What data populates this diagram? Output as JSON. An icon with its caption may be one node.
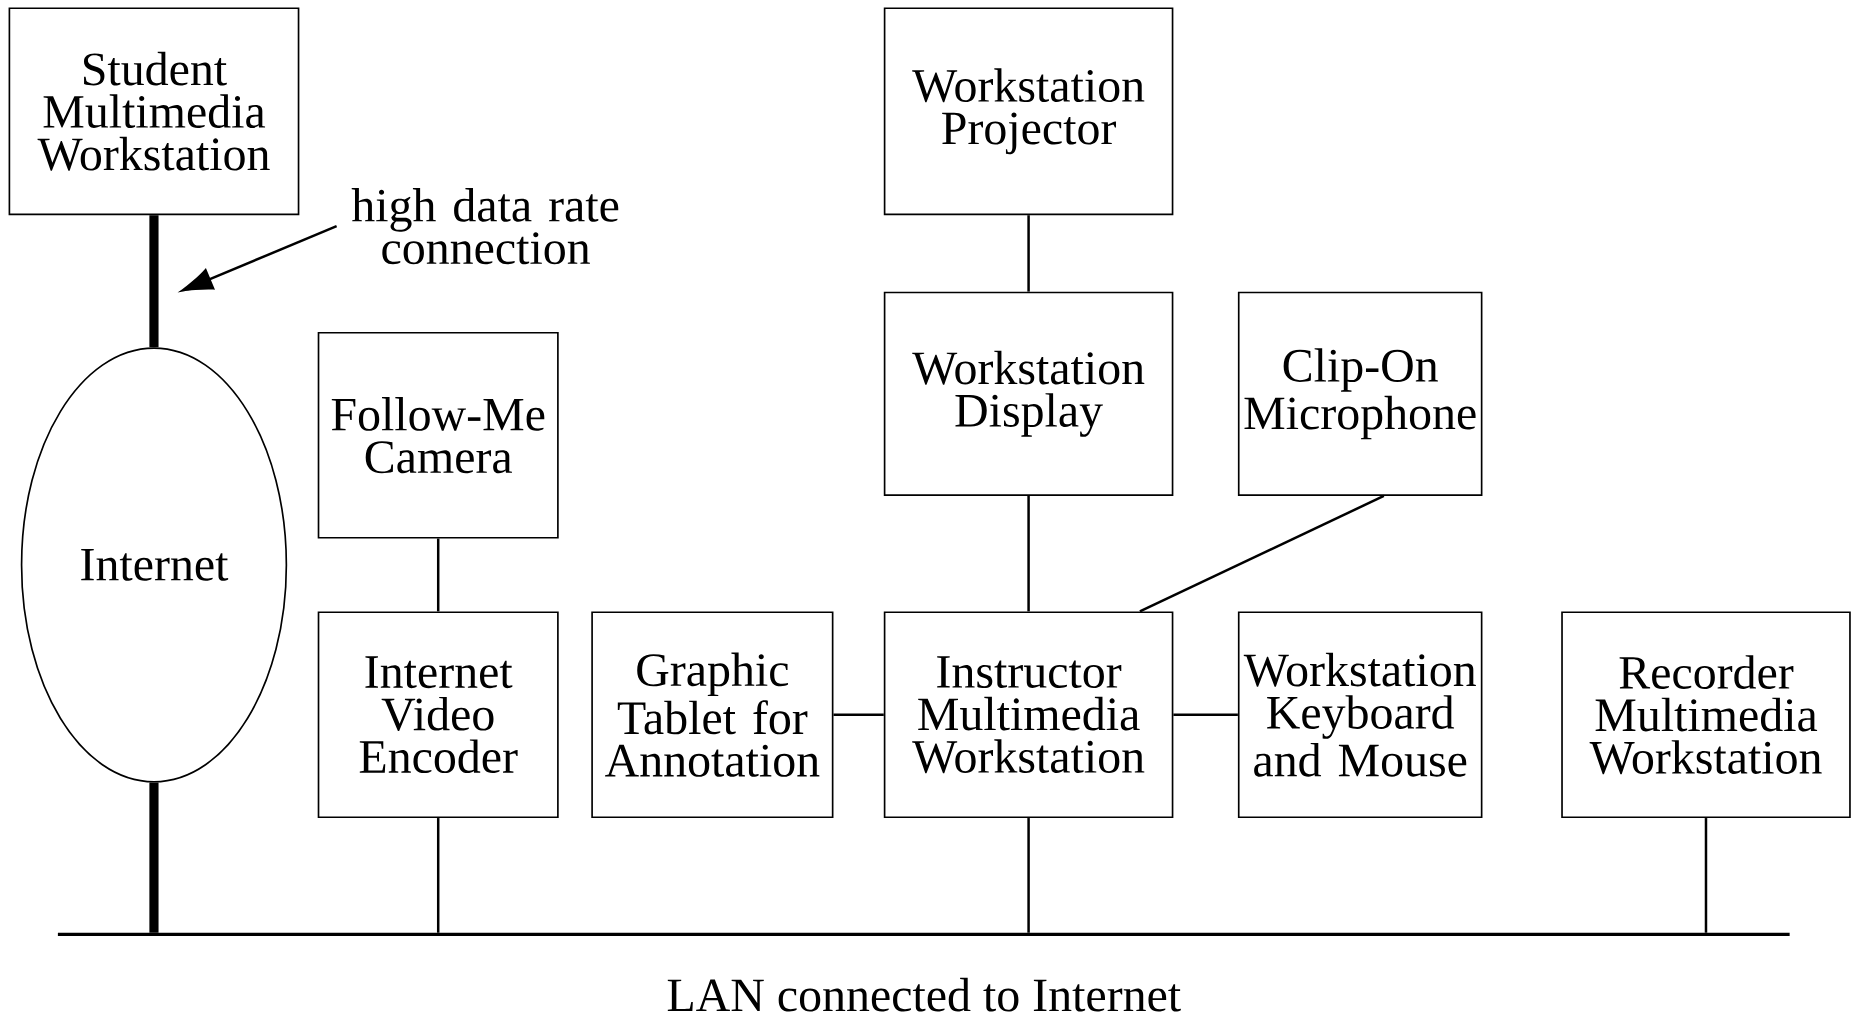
{
  "diagram": {
    "nodes": [
      {
        "text": [
          "Student Multimedia Workstation"
        ]
      },
      {
        "text": [
          "high data rate connection"
        ]
      },
      {
        "text": [
          "Internet"
        ]
      },
      {
        "text": [
          "Workstation Projector"
        ]
      },
      {
        "text": [
          "Workstation Display"
        ]
      },
      {
        "text": [
          "Clip-On Microphone"
        ]
      },
      {
        "text": [
          "Follow-Me Camera"
        ]
      },
      {
        "text": [
          "Internet Video Encoder"
        ]
      },
      {
        "text": [
          "Graphic Tablet for Annotation"
        ]
      },
      {
        "text": [
          "Instructor Multimedia Workstation"
        ]
      },
      {
        "text": [
          "Workstation Keyboard and Mouse"
        ]
      },
      {
        "text": [
          "Recorder Multimedia Workstation"
        ]
      },
      {
        "text": [
          "LAN connected to Internet"
        ]
      }
    ],
    "edges": [
      {
        "from": 0,
        "to": 2,
        "arrow": "none",
        "style": "thick"
      },
      {
        "from": 1,
        "to": null,
        "arrow": "to"
      },
      {
        "from": 2,
        "to": 12,
        "arrow": "none",
        "style": "thick"
      },
      {
        "from": 3,
        "to": 4,
        "arrow": "none"
      },
      {
        "from": 4,
        "to": 9,
        "arrow": "none"
      },
      {
        "from": 5,
        "to": 9,
        "arrow": "none"
      },
      {
        "from": 6,
        "to": 7,
        "arrow": "none"
      },
      {
        "from": 8,
        "to": 9,
        "arrow": "none"
      },
      {
        "from": 9,
        "to": 10,
        "arrow": "none"
      },
      {
        "from": 7,
        "to": 12,
        "arrow": "none"
      },
      {
        "from": 9,
        "to": 12,
        "arrow": "none"
      },
      {
        "from": 11,
        "to": 12,
        "arrow": "none"
      }
    ]
  }
}
